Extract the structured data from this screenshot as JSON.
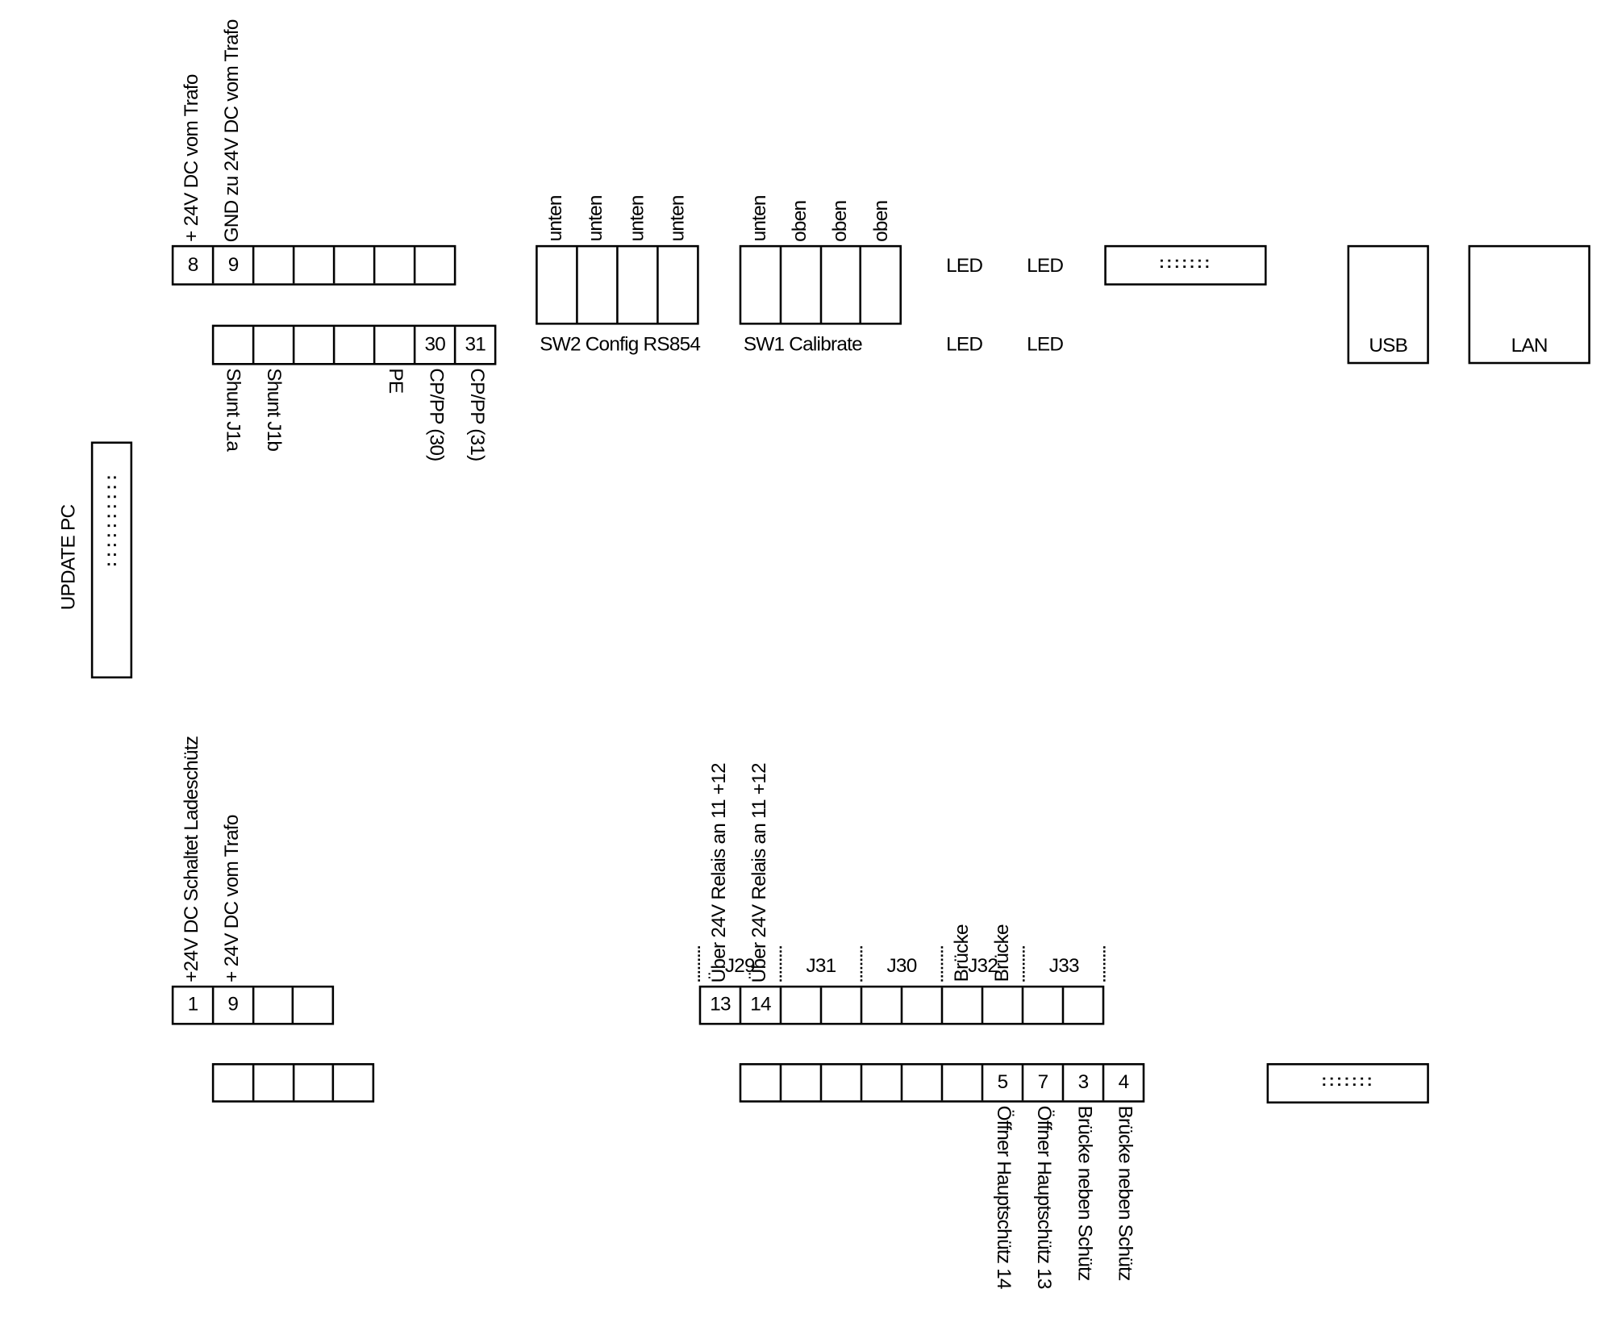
{
  "terminal_top_1": {
    "cells": [
      "8",
      "9",
      "",
      "",
      "",
      "",
      ""
    ],
    "labels_above": [
      "+ 24V DC vom Trafo",
      "GND zu 24V DC vom Trafo",
      "",
      "",
      "",
      "",
      ""
    ]
  },
  "terminal_top_2": {
    "cells": [
      "",
      "",
      "",
      "",
      "",
      "30",
      "31"
    ],
    "labels_below": [
      "Shunt J1a",
      "Shunt J1b",
      "",
      "",
      "PE",
      "CP/PP (30)",
      "CP/PP (31)"
    ]
  },
  "sw2": {
    "cells": [
      "",
      "",
      "",
      ""
    ],
    "labels_above": [
      "unten",
      "unten",
      "unten",
      "unten"
    ],
    "caption": "SW2  Config RS854"
  },
  "sw1": {
    "cells": [
      "",
      "",
      "",
      ""
    ],
    "labels_above": [
      "unten",
      "oben",
      "oben",
      "oben"
    ],
    "caption": "SW1  Calibrate"
  },
  "leds": [
    "LED",
    "LED",
    "LED",
    "LED"
  ],
  "header_top_right": {
    "pins": ":::::::"
  },
  "usb": {
    "label": "USB"
  },
  "lan": {
    "label": "LAN"
  },
  "update_pc": {
    "label": "UPDATE PC",
    "pins": "::::::::::"
  },
  "terminal_bottom_left_1": {
    "cells": [
      "1",
      "9",
      "",
      ""
    ],
    "labels_above": [
      "+24V DC Schaltet Ladeschütz",
      "+ 24V DC vom Trafo",
      "",
      ""
    ]
  },
  "terminal_bottom_left_2": {
    "cells": [
      "",
      "",
      "",
      ""
    ]
  },
  "jumper_groups": [
    "J29",
    "J31",
    "J30",
    "J32",
    "J33"
  ],
  "terminal_bottom_mid_1": {
    "cells": [
      "13",
      "14",
      "",
      "",
      "",
      "",
      "",
      "",
      "",
      ""
    ],
    "labels_above": [
      "Über 24V Relais an 11 +12",
      "Über 24V Relais an 11 +12",
      "",
      "",
      "",
      "",
      "Brücke",
      "Brücke",
      "",
      ""
    ]
  },
  "terminal_bottom_mid_2": {
    "cells": [
      "",
      "",
      "",
      "",
      "",
      "",
      "5",
      "7",
      "3",
      "4"
    ],
    "labels_below": [
      "",
      "",
      "",
      "",
      "",
      "",
      "Öffner Hauptschütz 14",
      "Öffner Hauptschütz 13",
      "Brücke neben Schütz",
      "Brücke neben Schütz"
    ]
  },
  "header_bottom_right": {
    "pins": ":::::::"
  }
}
